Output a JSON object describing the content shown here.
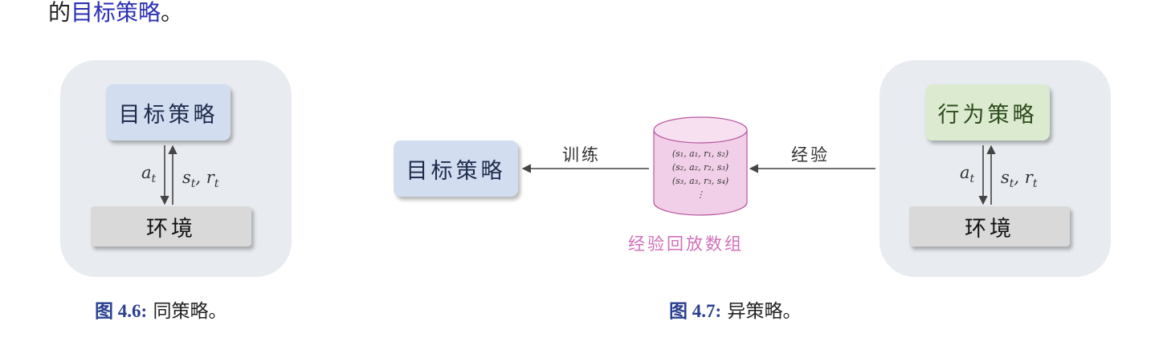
{
  "top_text": {
    "prefix": "的",
    "link": "目标策略",
    "suffix": "。"
  },
  "fig_on_policy": {
    "target_policy": "目标策略",
    "action": "a",
    "action_sub": "t",
    "state": "s",
    "state_sub": "t",
    "reward": "r",
    "reward_sub": "t",
    "environment": "环境",
    "caption_num": "图 4.6:",
    "caption_text": "同策略。"
  },
  "fig_off_policy": {
    "target_policy": "目标策略",
    "train_label": "训练",
    "experience_label": "经验",
    "buffer_lines": [
      "(s₁, a₁, r₁, s₂)",
      "(s₂, a₂, r₂, s₃)",
      "(s₃, a₃, r₃, s₄)",
      "⋮"
    ],
    "buffer_label": "经验回放数组",
    "behavior_policy": "行为策略",
    "action": "a",
    "action_sub": "t",
    "state": "s",
    "state_sub": "t",
    "reward": "r",
    "reward_sub": "t",
    "environment": "环境",
    "caption_num": "图 4.7:",
    "caption_text": "异策略。"
  },
  "colors": {
    "link": "#2a2fb5",
    "panel": "#e8ebf0",
    "target_box": "#d3ddf0",
    "behavior_box": "#dcebd0",
    "env_box": "#d9d9d9",
    "cylinder": "#f2cfe8",
    "buffer_label": "#d070b8",
    "caption_num": "#2a3f8f"
  }
}
